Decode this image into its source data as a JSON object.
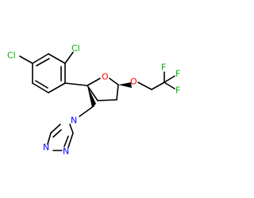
{
  "colors": {
    "carbon": "#000000",
    "chlorine": "#00b000",
    "oxygen": "#ff0000",
    "nitrogen": "#0000ff",
    "fluorine": "#00b000"
  },
  "atoms": {
    "cl_top": "Cl",
    "cl_left": "Cl",
    "o_ring": "O",
    "o_ether": "O",
    "f_1": "F",
    "f_2": "F",
    "f_3": "F",
    "n_1": "N",
    "n_2": "N",
    "n_4": "N"
  }
}
